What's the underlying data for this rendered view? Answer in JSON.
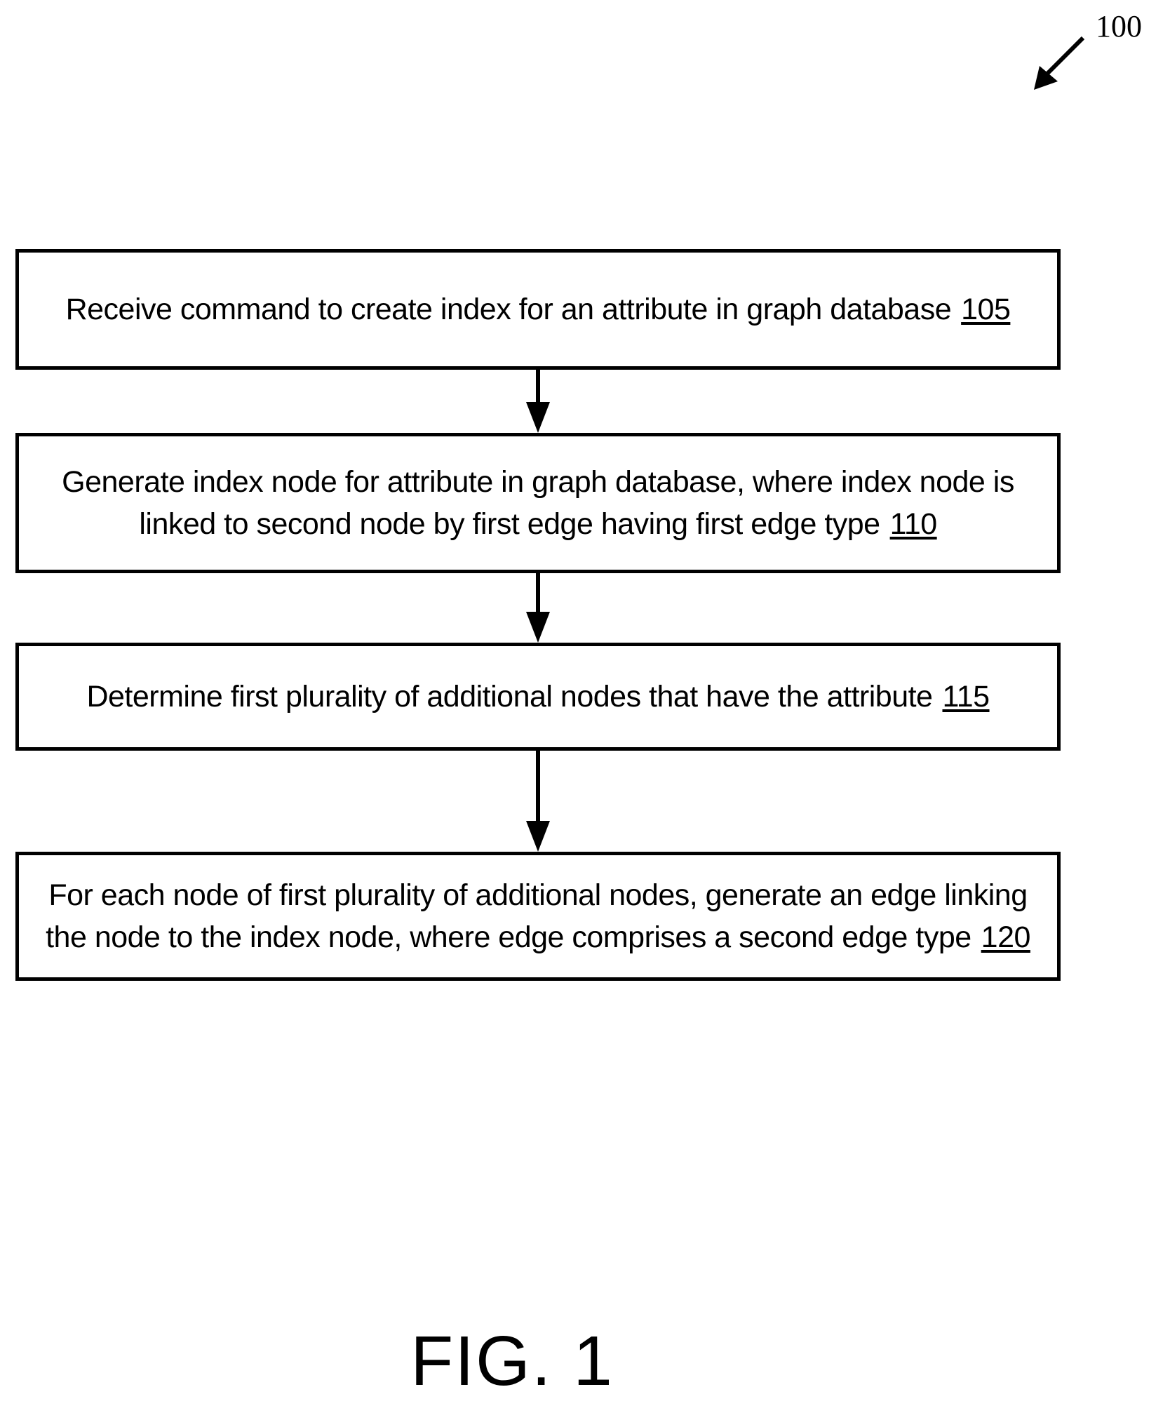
{
  "figure_ref": "100",
  "caption": "FIG. 1",
  "steps": [
    {
      "text": "Receive command to create index for an attribute in graph database",
      "ref": "105"
    },
    {
      "text": "Generate index node for attribute in graph database, where index node is linked to second node by first edge having first edge type",
      "ref": "110"
    },
    {
      "text": "Determine first plurality of additional nodes that have the attribute",
      "ref": "115"
    },
    {
      "text": "For each node of first plurality of additional nodes, generate an edge linking the node to the index node, where edge comprises a second edge type",
      "ref": "120"
    }
  ]
}
